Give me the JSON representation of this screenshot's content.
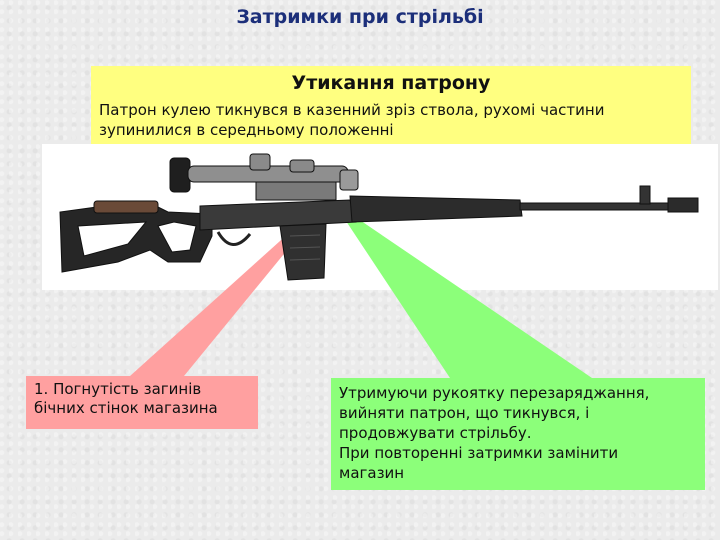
{
  "title": "Затримки при стрільбі",
  "stoppage": {
    "heading": "Утикання патрону",
    "description": "Патрон кулею тикнувся в казенний зріз ствола, рухомі частини зупинилися в середньому положенні"
  },
  "cause": {
    "text": "1. Погнутість загинів бічних стінок магазина"
  },
  "remedy": {
    "lines": [
      "Утримуючи рукоятку перезаряджання,",
      "вийняти патрон, що тикнувся, і",
      "продовжувати стрільбу.",
      "При повторенні затримки замінити",
      "магазин"
    ]
  },
  "colors": {
    "title": "#1c2f7a",
    "stoppage_box": "#ffff80",
    "cause_box": "#ffa0a0",
    "remedy_box": "#8cff7a"
  },
  "image": {
    "subject": "rifle-illustration"
  }
}
